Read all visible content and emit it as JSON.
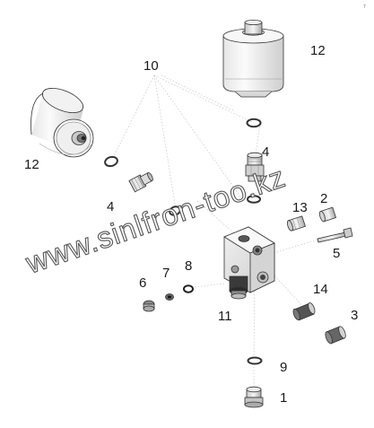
{
  "corner_mark": "7",
  "watermark": "www.sinlfron-too.kz",
  "callouts": {
    "p1": "1",
    "p2": "2",
    "p3": "3",
    "p4a": "4",
    "p4b": "4",
    "p5": "5",
    "p6": "6",
    "p7": "7",
    "p8": "8",
    "p9": "9",
    "p10": "10",
    "p11": "11",
    "p12a": "12",
    "p12b": "12",
    "p13": "13",
    "p14": "14"
  }
}
